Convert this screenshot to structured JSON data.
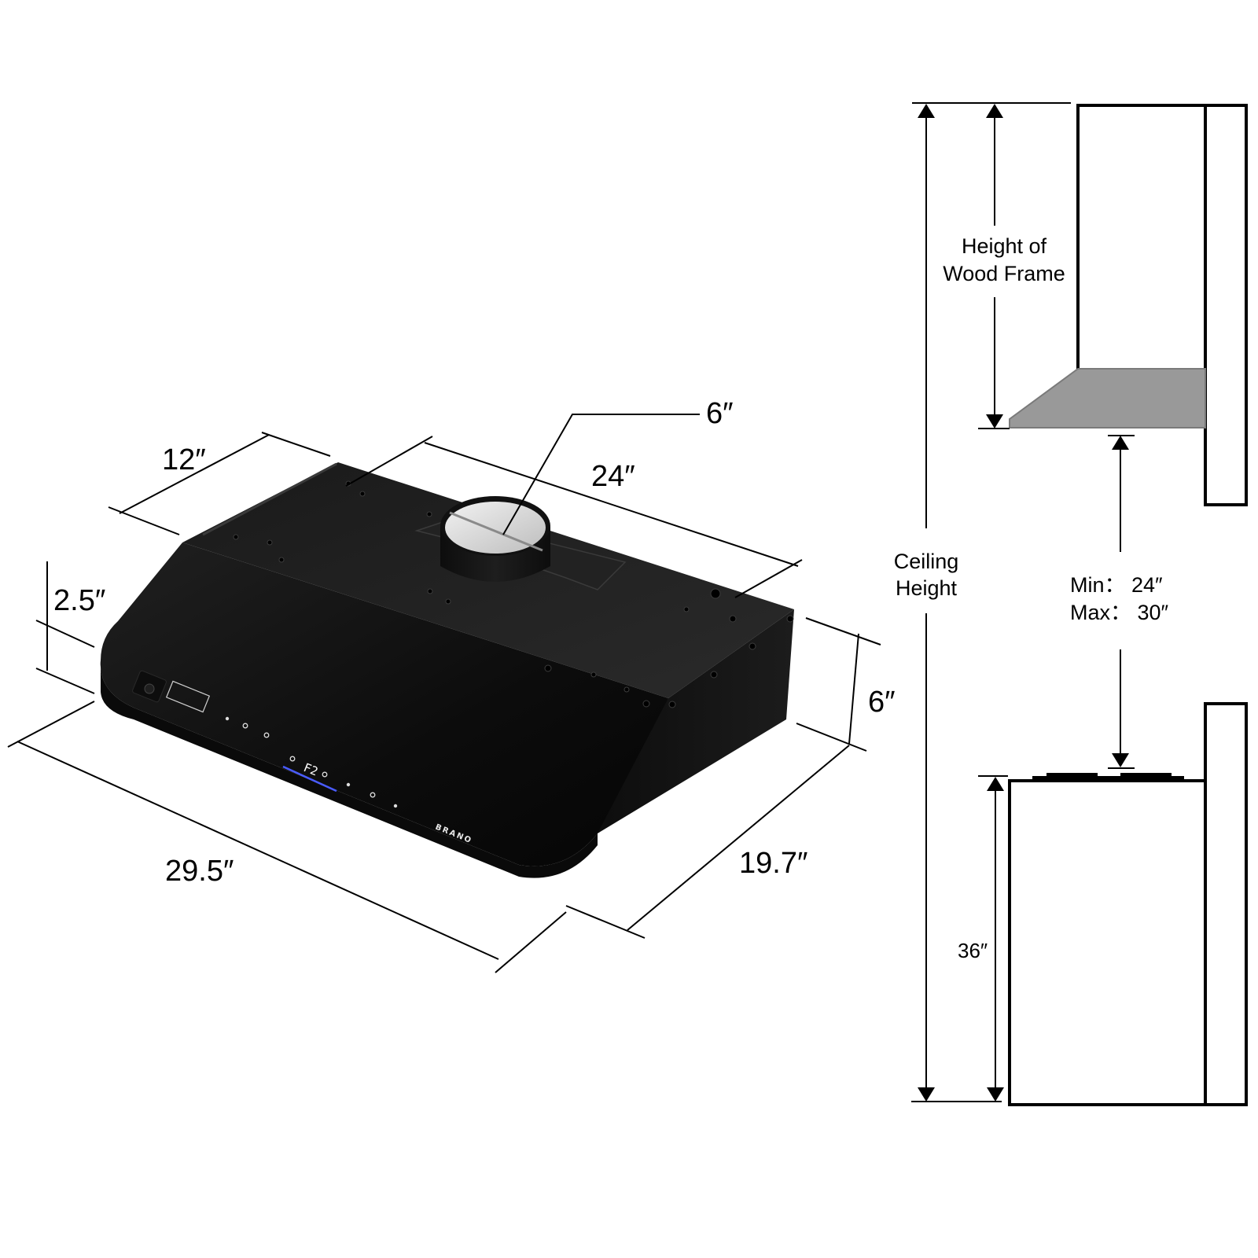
{
  "product": {
    "brand": "BRANO",
    "display_readout": "F2",
    "body_color": "#111111",
    "display_accent": "#4a5cff"
  },
  "dimensions": {
    "duct_diameter": "6″",
    "top_depth": "12″",
    "duct_span": "24″",
    "front_lip_height": "2.5″",
    "side_height": "6″",
    "width": "29.5″",
    "depth": "19.7″"
  },
  "installation": {
    "wood_frame_label_line1": "Height of",
    "wood_frame_label_line2": "Wood Frame",
    "ceiling_label_line1": "Ceiling",
    "ceiling_label_line2": "Height",
    "clearance_min": "Min：  24″",
    "clearance_max": "Max：  30″",
    "counter_height": "36″",
    "hood_fill_color": "#999999"
  }
}
